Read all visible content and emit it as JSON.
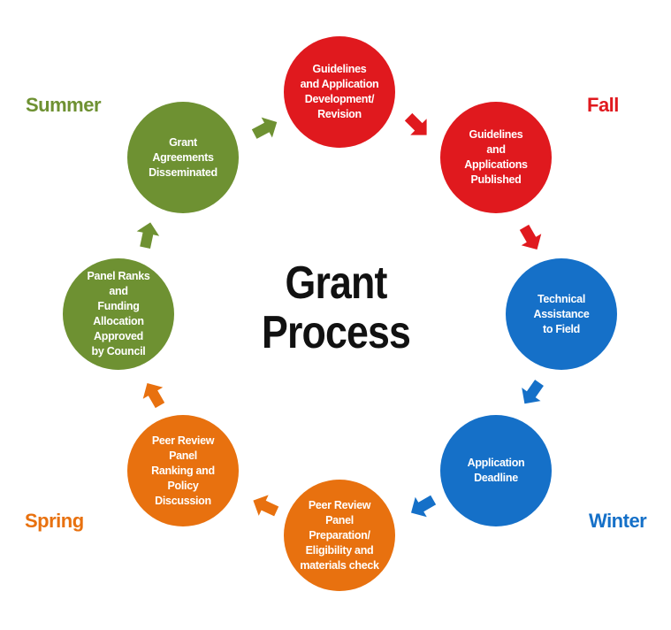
{
  "title": {
    "line1": "Grant",
    "line2": "Process"
  },
  "seasons": {
    "summer": "Summer",
    "fall": "Fall",
    "winter": "Winter",
    "spring": "Spring"
  },
  "steps": [
    {
      "label": "Guidelines\nand Application\nDevelopment/\nRevision",
      "color": "#e0191e"
    },
    {
      "label": "Guidelines\nand Applications\nPublished",
      "color": "#e0191e"
    },
    {
      "label": "Technical\nAssistance\nto Field",
      "color": "#1570c8"
    },
    {
      "label": "Application\nDeadline",
      "color": "#1570c8"
    },
    {
      "label": "Peer Review\nPanel Preparation/\nEligibility and\nmaterials check",
      "color": "#e8710f"
    },
    {
      "label": "Peer Review Panel\nRanking and Policy\nDiscussion",
      "color": "#e8710f"
    },
    {
      "label": "Panel Ranks and\nFunding Allocation\nApproved\nby Council",
      "color": "#6e9132"
    },
    {
      "label": "Grant Agreements\nDisseminated",
      "color": "#6e9132"
    }
  ],
  "colors": {
    "summer": "#6e9132",
    "fall": "#e0191e",
    "winter": "#1570c8",
    "spring": "#e8710f"
  }
}
